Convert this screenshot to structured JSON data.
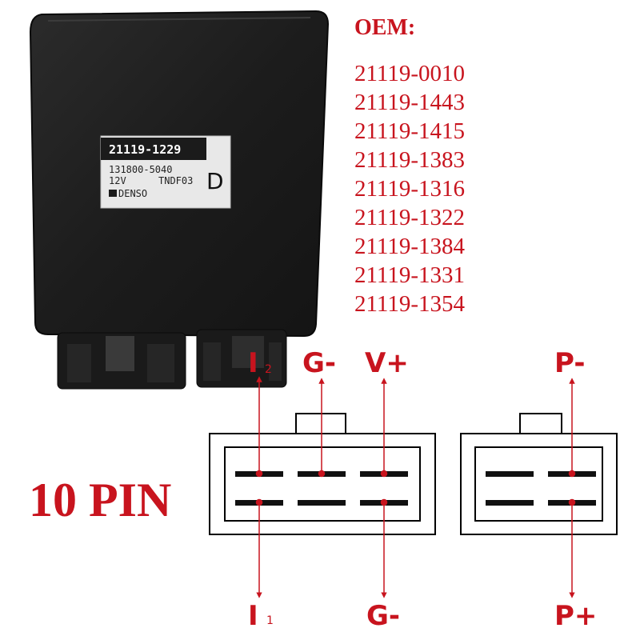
{
  "oem": {
    "heading": "OEM:",
    "numbers": [
      "21119-0010",
      "21119-1443",
      "21119-1415",
      "21119-1383",
      "21119-1316",
      "21119-1322",
      "21119-1384",
      "21119-1331",
      "21119-1354"
    ]
  },
  "pin_count": "10 PIN",
  "label_sticker": {
    "part_number": "21119-1229",
    "code": "131800-5040",
    "voltage": "12V",
    "model": "TNDF03",
    "letter": "D",
    "brand": "DENSO"
  },
  "pins": {
    "top": [
      {
        "main": "I",
        "sub": "2"
      },
      {
        "main": "G-",
        "sub": ""
      },
      {
        "main": "V+",
        "sub": ""
      },
      {
        "main": "P-",
        "sub": ""
      }
    ],
    "bottom": [
      {
        "main": "I",
        "sub": "1"
      },
      {
        "main": "G-",
        "sub": ""
      },
      {
        "main": "P+",
        "sub": ""
      }
    ]
  },
  "colors": {
    "accent": "#c8141e",
    "unit_body": "#1e1e1e",
    "connector_outline": "#000000"
  }
}
